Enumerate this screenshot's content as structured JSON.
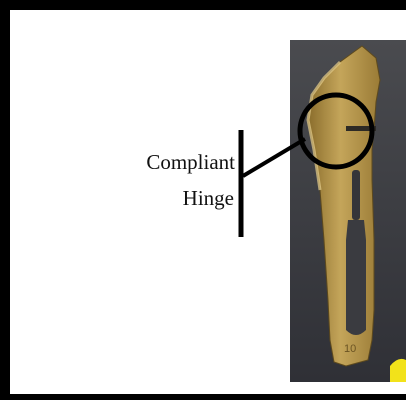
{
  "figure": {
    "annotation": {
      "line1": "Compliant",
      "line2": "Hinge"
    },
    "photo": {
      "subject_icon": "scalpel-blade-photo",
      "blade_marking": "10"
    },
    "colors": {
      "photo_background": "#3a3c42",
      "blade_gold": "#b89a4c",
      "annotation_stroke": "#000000",
      "frame": "#000000"
    }
  }
}
